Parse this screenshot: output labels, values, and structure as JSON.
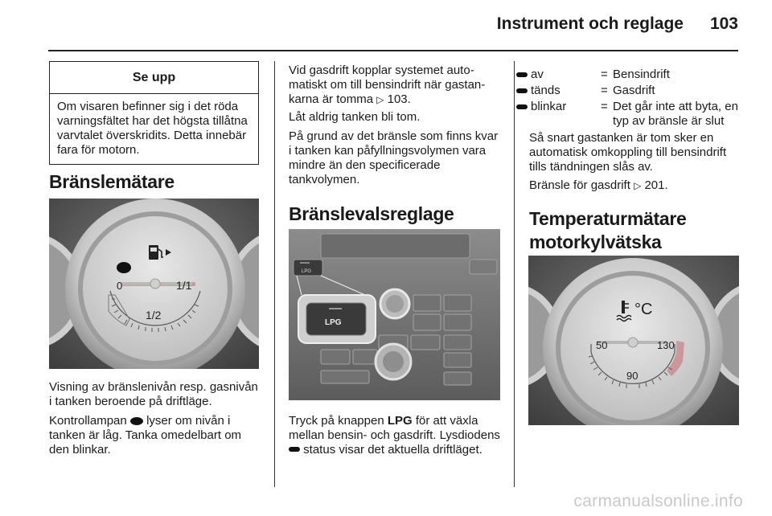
{
  "header": {
    "title": "Instrument och reglage",
    "page_number": "103"
  },
  "warning_box": {
    "title": "Se upp",
    "text": "Om visaren befinner sig i det röda varningsfältet har det högsta tillåtna varvtalet överskridits. Detta innebär fara för motorn."
  },
  "fuel_gauge_section": {
    "heading": "Bränslemätare",
    "figure": {
      "left_mark": "0",
      "mid_mark": "1/2",
      "right_mark": "1/1"
    },
    "para1": "Visning av bränslenivån resp. gasni­vån i tanken beroende på driftläge.",
    "para2_before": "Kontrollampan",
    "para2_after": "lyser om nivån i tanken är låg. Tanka omedelbart om den blinkar."
  },
  "gas_section": {
    "para1_before": "Vid gasdrift kopplar systemet auto­matiskt om till bensindrift när gastan­karna är tomma",
    "para1_ref": "103.",
    "para2": "Låt aldrig tanken bli tom.",
    "para3": "På grund av det bränsle som finns kvar i tanken kan påfyllningsvolymen vara mindre än den specificerade tankvolymen."
  },
  "fuel_selector_section": {
    "heading": "Bränslevalsreglage",
    "figure": {
      "button_small_label": "LPG",
      "button_large_label": "LPG"
    },
    "para_before": "Tryck på knappen",
    "para_bold": "LPG",
    "para_middle": "för att växla mellan bensin- och gasdrift. Lysdio­dens",
    "para_after": "status visar det aktuella drift­läget."
  },
  "led_legend": [
    {
      "term": "av",
      "eq": "=",
      "def": "Bensindrift"
    },
    {
      "term": "tänds",
      "eq": "=",
      "def": "Gasdrift"
    },
    {
      "term": "blinkar",
      "eq": "=",
      "def": "Det går inte att byta, en typ av bränsle är slut"
    }
  ],
  "gas_empty": {
    "para1": "Så snart gastanken är tom sker en automatisk omkoppling till bensindrift tills tändningen slås av.",
    "para2_before": "Bränsle för gasdrift",
    "para2_ref": "201."
  },
  "temp_section": {
    "heading_line1": "Temperaturmätare",
    "heading_line2": "motorkylvätska",
    "figure": {
      "unit_label": "°C",
      "left_mark": "50",
      "mid_mark": "90",
      "right_mark": "130"
    }
  },
  "watermark": "carmanualsonline.info",
  "icons": {
    "fuel_pump": "fuel-pump-icon",
    "low_fuel_lamp": "low-fuel-warning-lamp-icon",
    "led_indicator": "led-indicator-icon",
    "coolant_temp": "coolant-temperature-icon",
    "page_ref_arrow": "page-reference-arrow-icon"
  },
  "colors": {
    "text": "#1a1a1a",
    "rule": "#222222",
    "photo_bg": "#5a5a5a",
    "watermark": "#c9c9c9"
  }
}
